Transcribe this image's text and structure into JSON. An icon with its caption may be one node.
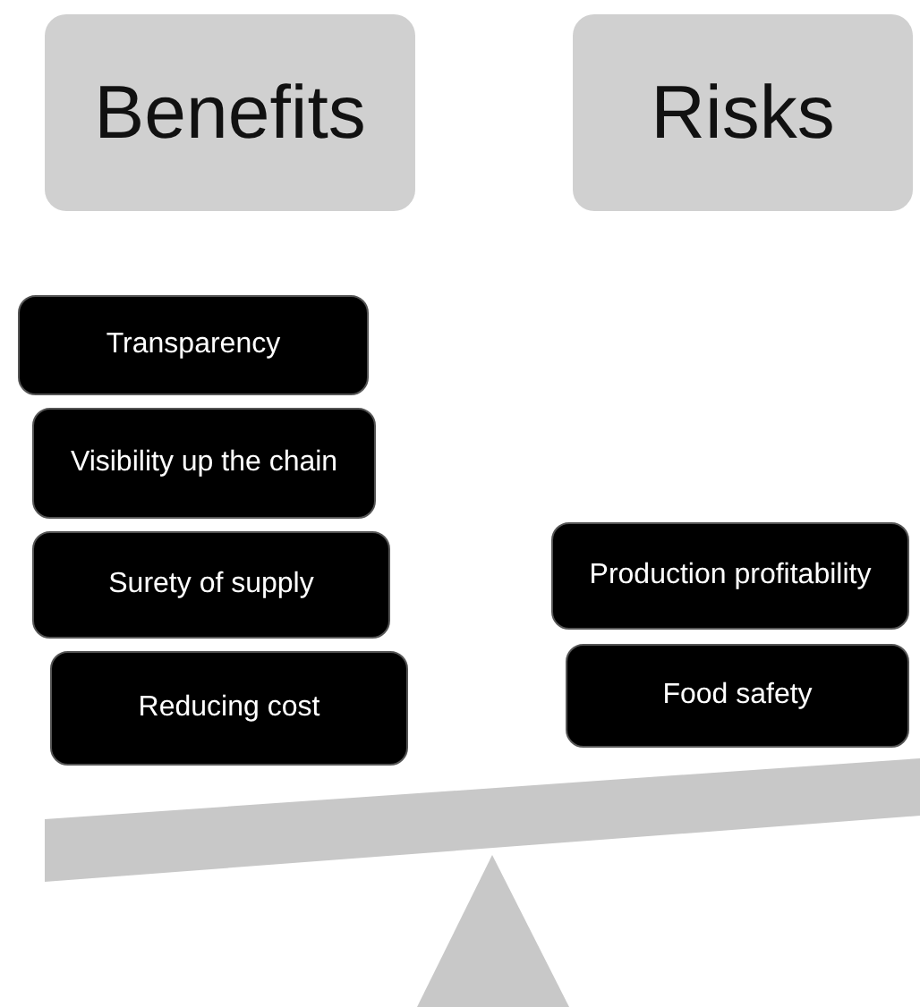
{
  "diagram": {
    "nodes": [
      {
        "text": [
          "Benefits"
        ]
      },
      {
        "text": [
          "Risks"
        ]
      },
      {
        "text": [
          "Transparency"
        ]
      },
      {
        "text": [
          "Visibility up the chain"
        ]
      },
      {
        "text": [
          "Surety of supply"
        ]
      },
      {
        "text": [
          "Reducing cost"
        ]
      },
      {
        "text": [
          "Production profitability"
        ]
      },
      {
        "text": [
          "Food safety"
        ]
      }
    ],
    "edges": []
  }
}
